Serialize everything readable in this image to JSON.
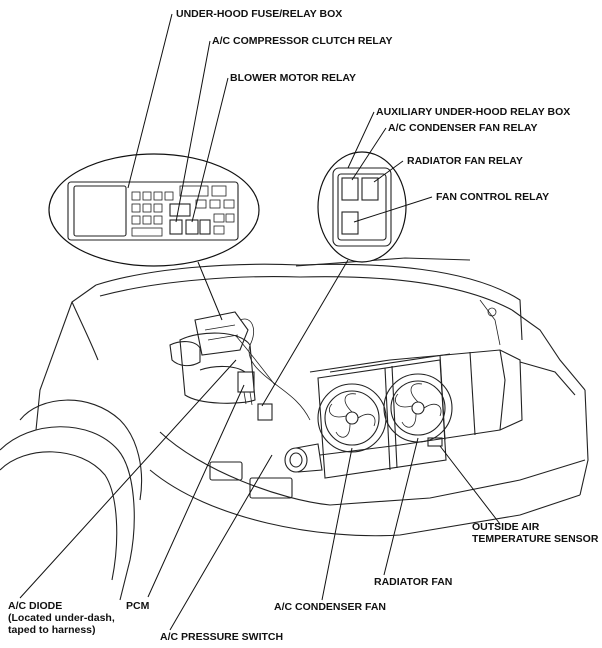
{
  "labels": {
    "fuse_box": "UNDER-HOOD FUSE/RELAY BOX",
    "compressor_relay": "A/C COMPRESSOR CLUTCH RELAY",
    "blower_relay": "BLOWER MOTOR RELAY",
    "aux_box": "AUXILIARY UNDER-HOOD RELAY BOX",
    "condenser_fan_relay": "A/C CONDENSER FAN RELAY",
    "radiator_fan_relay": "RADIATOR FAN RELAY",
    "fan_control_relay": "FAN CONTROL RELAY",
    "outside_air_1": "OUTSIDE AIR",
    "outside_air_2": "TEMPERATURE SENSOR",
    "radiator_fan": "RADIATOR FAN",
    "ac_condenser_fan": "A/C CONDENSER FAN",
    "ac_diode_1": "A/C DIODE",
    "ac_diode_2": "(Located under-dash,",
    "ac_diode_3": "taped to harness)",
    "pcm": "PCM",
    "pressure_switch": "A/C PRESSURE SWITCH"
  }
}
